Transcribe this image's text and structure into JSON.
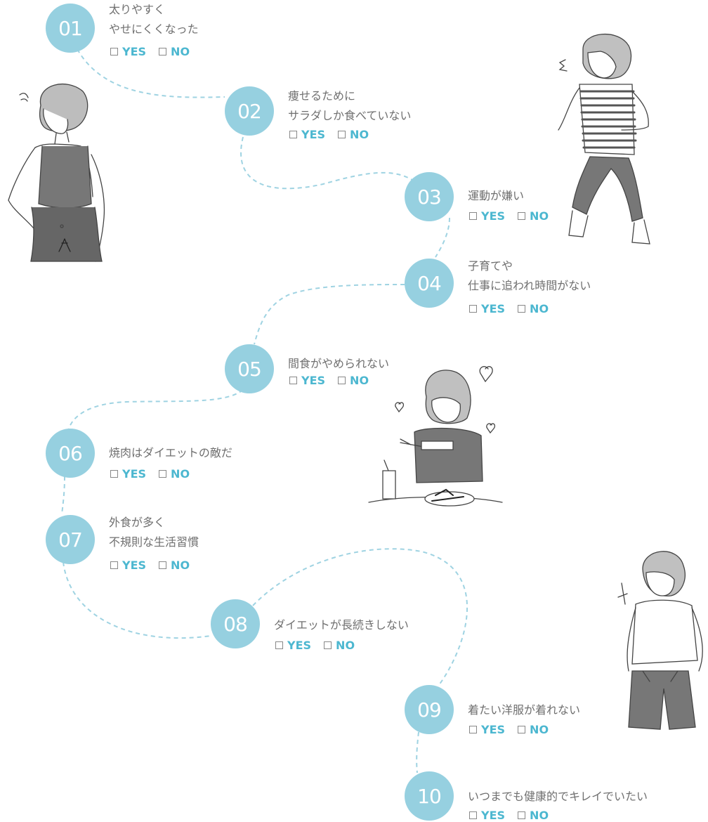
{
  "steps": [
    {
      "num": "01",
      "lines": [
        "太りやすく",
        "やせにくくなった"
      ],
      "yes": "YES",
      "no": "NO"
    },
    {
      "num": "02",
      "lines": [
        "痩せるために",
        "サラダしか食べていない"
      ],
      "yes": "YES",
      "no": "NO"
    },
    {
      "num": "03",
      "lines": [
        "運動が嫌い"
      ],
      "yes": "YES",
      "no": "NO"
    },
    {
      "num": "04",
      "lines": [
        "子育てや",
        "仕事に追われ時間がない"
      ],
      "yes": "YES",
      "no": "NO"
    },
    {
      "num": "05",
      "lines": [
        "間食がやめられない"
      ],
      "yes": "YES",
      "no": "NO"
    },
    {
      "num": "06",
      "lines": [
        "焼肉はダイエットの敵だ"
      ],
      "yes": "YES",
      "no": "NO"
    },
    {
      "num": "07",
      "lines": [
        "外食が多く",
        "不規則な生活習慣"
      ],
      "yes": "YES",
      "no": "NO"
    },
    {
      "num": "08",
      "lines": [
        "ダイエットが長続きしない"
      ],
      "yes": "YES",
      "no": "NO"
    },
    {
      "num": "09",
      "lines": [
        "着たい洋服が着れない"
      ],
      "yes": "YES",
      "no": "NO"
    },
    {
      "num": "10",
      "lines": [
        "いつまでも健康的でキレイでいたい"
      ],
      "yes": "YES",
      "no": "NO"
    }
  ],
  "colors": {
    "circle": "#96d0e0",
    "path": "#9fd3e2",
    "option": "#4cb7d0",
    "text": "#6f6f6f"
  },
  "illustrations": [
    "woman-checking-waist",
    "woman-jogging",
    "woman-eating-cake",
    "woman-tight-pants"
  ]
}
